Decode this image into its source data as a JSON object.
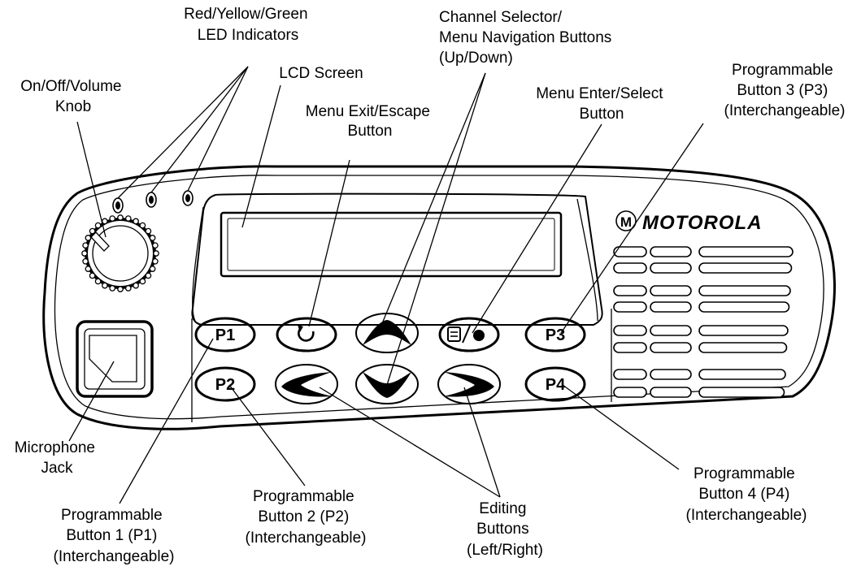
{
  "labels": {
    "led_indicators": [
      "Red/Yellow/Green",
      "LED Indicators"
    ],
    "lcd_screen": [
      "LCD Screen"
    ],
    "volume_knob": [
      "On/Off/Volume",
      "Knob"
    ],
    "menu_exit": [
      "Menu Exit/Escape",
      "Button"
    ],
    "channel_selector": [
      "Channel Selector/",
      "Menu Navigation Buttons",
      "(Up/Down)"
    ],
    "menu_enter": [
      "Menu Enter/Select",
      "Button"
    ],
    "p3_label": [
      "Programmable",
      "Button 3 (P3)",
      "(Interchangeable)"
    ],
    "microphone_jack": [
      "Microphone",
      "Jack"
    ],
    "p1_label": [
      "Programmable",
      "Button 1 (P1)",
      "(Interchangeable)"
    ],
    "p2_label": [
      "Programmable",
      "Button 2 (P2)",
      "(Interchangeable)"
    ],
    "editing_buttons": [
      "Editing",
      "Buttons",
      "(Left/Right)"
    ],
    "p4_label": [
      "Programmable",
      "Button 4 (P4)",
      "(Interchangeable)"
    ]
  },
  "buttons": {
    "p1": "P1",
    "p2": "P2",
    "p3": "P3",
    "p4": "P4"
  },
  "brand": {
    "name": "MOTOROLA",
    "logo_letter": "M"
  }
}
